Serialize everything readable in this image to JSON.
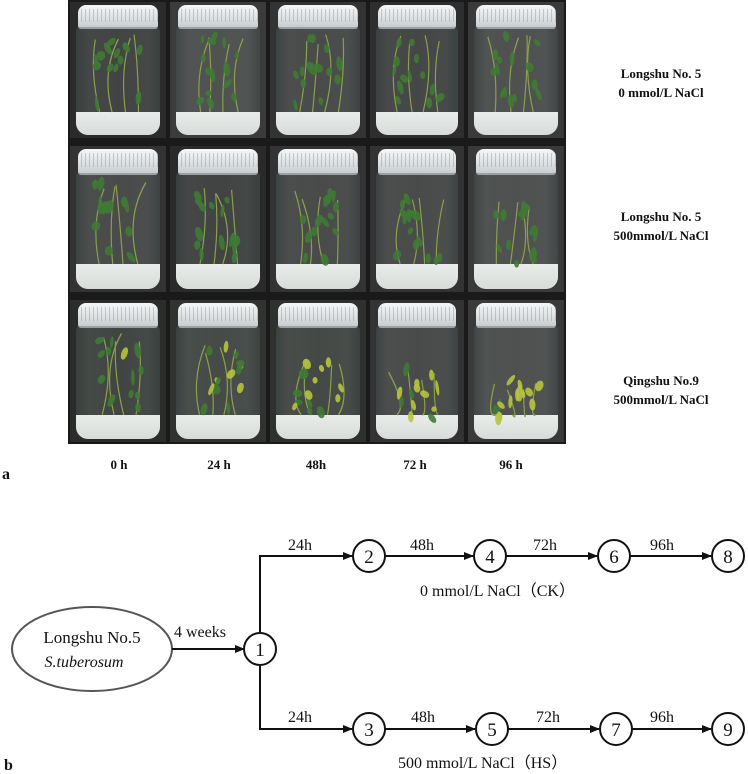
{
  "panel_a": {
    "letter": "a",
    "row_labels": [
      {
        "line1": "Longshu No. 5",
        "line2": "0 mmol/L NaCl"
      },
      {
        "line1": "Longshu No. 5",
        "line2": "500mmol/L NaCl"
      },
      {
        "line1": "Qingshu No.9",
        "line2": "500mmol/L NaCl"
      }
    ],
    "col_labels": [
      "0 h",
      "24 h",
      "48h",
      "72 h",
      "96 h"
    ]
  },
  "panel_b": {
    "letter": "b",
    "source_line1": "Longshu No.5",
    "source_line2": "S.tuberosum",
    "duration": "4 weeks",
    "top_condition": "0 mmol/L NaCl（CK）",
    "bottom_condition": "500 mmol/L NaCl（HS）",
    "top_nodes": [
      "2",
      "4",
      "6",
      "8"
    ],
    "bottom_nodes": [
      "3",
      "5",
      "7",
      "9"
    ],
    "center_node": "1",
    "top_times": [
      "24h",
      "48h",
      "72h",
      "96h"
    ],
    "bottom_times": [
      "24h",
      "48h",
      "72h",
      "96h"
    ]
  },
  "colors": {
    "leaf": "#3f7a34",
    "leaf_yellow": "#b7c43c",
    "backdrop": "#1a1a1a"
  }
}
